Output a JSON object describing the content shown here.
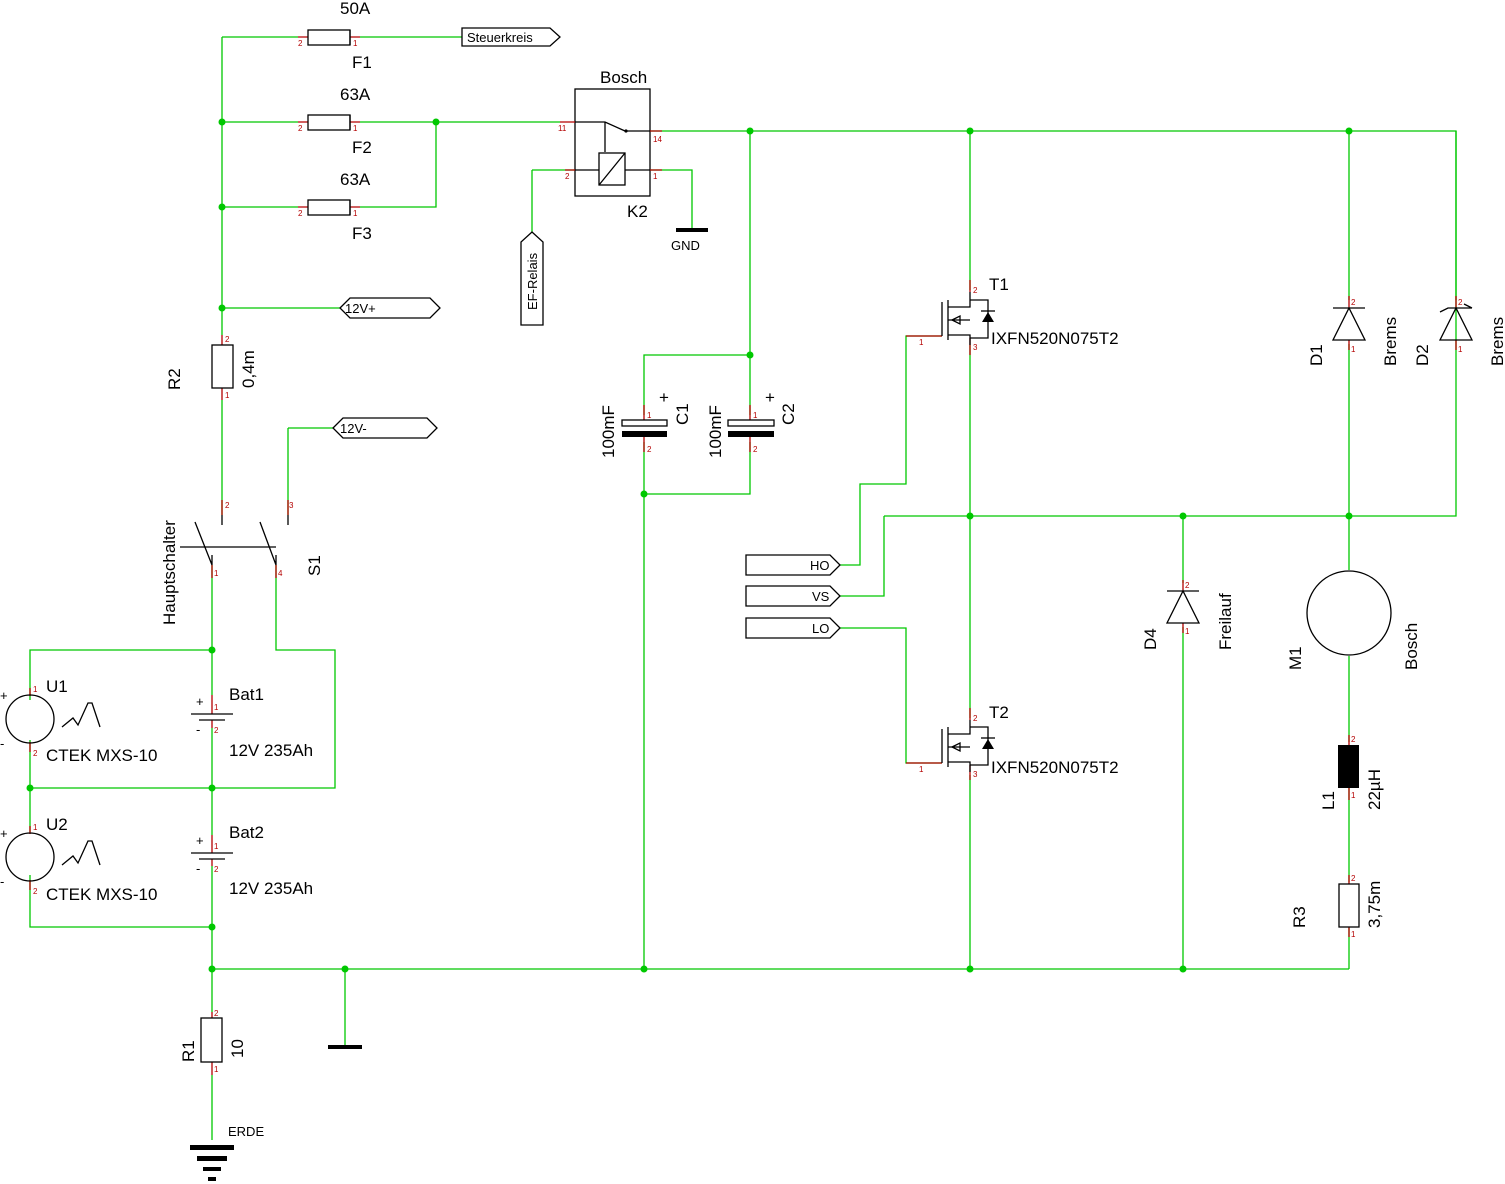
{
  "fuses": {
    "f1": {
      "name": "F1",
      "value": "50A"
    },
    "f2": {
      "name": "F2",
      "value": "63A"
    },
    "f3": {
      "name": "F3",
      "value": "63A"
    }
  },
  "ports": {
    "steuerkreis": "Steuerkreis",
    "ef_relais": "EF-Relais",
    "plus12": "12V+",
    "minus12": "12V-",
    "ho": "HO",
    "vs": "VS",
    "lo": "LO"
  },
  "relay": {
    "name": "K2",
    "value": "Bosch",
    "gnd": "GND"
  },
  "resistors": {
    "r1": {
      "name": "R1",
      "value": "10"
    },
    "r2": {
      "name": "R2",
      "value": "0,4m"
    },
    "r3": {
      "name": "R3",
      "value": "3,75m"
    }
  },
  "switch": {
    "name": "S1",
    "value": "Hauptschalter"
  },
  "sources": {
    "u1": {
      "name": "U1",
      "value": "CTEK MXS-10"
    },
    "u2": {
      "name": "U2",
      "value": "CTEK MXS-10"
    }
  },
  "batteries": {
    "bat1": {
      "name": "Bat1",
      "value": "12V 235Ah"
    },
    "bat2": {
      "name": "Bat2",
      "value": "12V 235Ah"
    }
  },
  "capacitors": {
    "c1": {
      "name": "C1",
      "value": "100mF"
    },
    "c2": {
      "name": "C2",
      "value": "100mF"
    }
  },
  "transistors": {
    "t1": {
      "name": "T1",
      "value": "IXFN520N075T2"
    },
    "t2": {
      "name": "T2",
      "value": "IXFN520N075T2"
    }
  },
  "diodes": {
    "d1": {
      "name": "D1",
      "value": "Brems"
    },
    "d2": {
      "name": "D2",
      "value": "Brems"
    },
    "d4": {
      "name": "D4",
      "value": "Freilauf"
    }
  },
  "motor": {
    "name": "M1",
    "value": "Bosch"
  },
  "inductor": {
    "name": "L1",
    "value": "22µH"
  },
  "earth": {
    "label": "ERDE"
  },
  "pins": {
    "p1": "1",
    "p2": "2",
    "p3": "3",
    "p4": "4",
    "p11": "11",
    "p14": "14",
    "plus": "+",
    "minus": "-"
  },
  "colors": {
    "wire": "#00c800",
    "pin": "#b40000",
    "symbol": "#000000",
    "background": "#ffffff"
  }
}
